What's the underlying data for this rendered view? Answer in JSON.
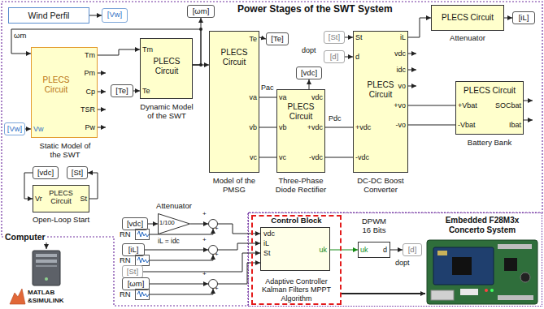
{
  "diagram": {
    "title": "Power Stages of the SWT System",
    "nodes": [
      {
        "text": [
          "Wind Perfil"
        ]
      },
      {
        "text": [
          "[Vw]"
        ]
      },
      {
        "text": [
          "[ωm]"
        ]
      },
      {
        "text": [
          "PLECS Circuit",
          "Tm",
          "Pm",
          "Cp",
          "TSR",
          "Pw",
          "Vw",
          "Static Model of the SWT"
        ]
      },
      {
        "text": [
          "[Vw]"
        ]
      },
      {
        "text": [
          "PLECS Circuit",
          "Tm",
          "Te",
          "Dynamic Model of the SWT"
        ]
      },
      {
        "text": [
          "[Te]"
        ]
      },
      {
        "text": [
          "PLECS Circuit",
          "Te",
          "va",
          "vb",
          "vc",
          "Model of the PMSG"
        ]
      },
      {
        "text": [
          "[Te]"
        ]
      },
      {
        "text": [
          "[vdc]"
        ]
      },
      {
        "text": [
          "PLECS Circuit",
          "va",
          "vb",
          "vc",
          "vdc",
          "+vdc",
          "-vdc",
          "Three-Phase Diode Rectifier"
        ]
      },
      {
        "text": [
          "[St]"
        ]
      },
      {
        "text": [
          "[d]"
        ]
      },
      {
        "text": [
          "PLECS Circuit",
          "St",
          "d",
          "+vdc",
          "-vdc",
          "iL",
          "vdc",
          "idc",
          "vo",
          "+vo",
          "-vo",
          "DC-DC Boost Converter"
        ]
      },
      {
        "text": [
          "PLECS Circuit",
          "Attenuator"
        ]
      },
      {
        "text": [
          "[iL]"
        ]
      },
      {
        "text": [
          "PLECS Circuit",
          "+Vbat",
          "-Vbat",
          "SOCbat",
          "Ibat",
          "Battery Bank"
        ]
      },
      {
        "text": [
          "[vdc]"
        ]
      },
      {
        "text": [
          "[St]"
        ]
      },
      {
        "text": [
          "PLECS Circuit",
          "Vr",
          "St",
          "Open-Loop Start"
        ]
      },
      {
        "text": [
          "[vdc]"
        ]
      },
      {
        "text": [
          "Attenuator",
          "1/100"
        ]
      },
      {
        "text": [
          "+",
          "+"
        ]
      },
      {
        "text": [
          "RN"
        ]
      },
      {
        "text": [
          "[iL]"
        ]
      },
      {
        "text": [
          "+",
          "+"
        ]
      },
      {
        "text": [
          "RN"
        ]
      },
      {
        "text": [
          "[St]"
        ]
      },
      {
        "text": [
          "[ωm]"
        ]
      },
      {
        "text": [
          "+",
          "+"
        ]
      },
      {
        "text": [
          "RN"
        ]
      },
      {
        "text": [
          "Embedded F28M3x Concerto System"
        ]
      },
      {
        "text": [
          "Control Block",
          "Adaptive Controller Kalman Filters MPPT Algorithm"
        ],
        "in": 31
      },
      {
        "text": [
          "vdc",
          "iL",
          "St",
          "uk"
        ],
        "in": 32
      },
      {
        "text": [
          "DPWM 16 Bits",
          "uk",
          "d"
        ],
        "in": 31
      },
      {
        "text": [
          "[d]"
        ],
        "in": 31
      }
    ],
    "edges": [
      {
        "from": 0,
        "to": 1,
        "arrow": "to"
      },
      {
        "from": 4,
        "to": 3,
        "arrow": "to"
      },
      {
        "from": 5,
        "to": 3,
        "label": "ωm",
        "arrow": "to"
      },
      {
        "from": 5,
        "to": 2,
        "arrow": "to"
      },
      {
        "from": 3,
        "to": 5,
        "arrow": "to"
      },
      {
        "from": 6,
        "to": 5,
        "arrow": "to"
      },
      {
        "from": 5,
        "to": 7,
        "arrow": "to"
      },
      {
        "from": 7,
        "to": 8,
        "arrow": "to"
      },
      {
        "from": 7,
        "to": 10,
        "arrow": "none"
      },
      {
        "from": 7,
        "to": 10,
        "arrow": "none"
      },
      {
        "from": 7,
        "to": 10,
        "arrow": "none"
      },
      {
        "from": 10,
        "to": 9,
        "arrow": "to"
      },
      {
        "from": 11,
        "to": 13,
        "arrow": "to"
      },
      {
        "from": 12,
        "to": 13,
        "arrow": "to"
      },
      {
        "from": 10,
        "to": 13,
        "arrow": "none"
      },
      {
        "from": 10,
        "to": 13,
        "arrow": "none"
      },
      {
        "from": 13,
        "to": 14,
        "arrow": "to"
      },
      {
        "from": 14,
        "to": 15,
        "arrow": "to"
      },
      {
        "from": 13,
        "to": 16,
        "arrow": "none"
      },
      {
        "from": 13,
        "to": 16,
        "arrow": "none"
      },
      {
        "from": 17,
        "to": 19,
        "arrow": "to"
      },
      {
        "from": 19,
        "to": 18,
        "arrow": "to"
      },
      {
        "from": 20,
        "to": 21,
        "arrow": "to"
      },
      {
        "from": 21,
        "to": 22,
        "arrow": "to"
      },
      {
        "from": 23,
        "to": 22,
        "arrow": "to"
      },
      {
        "from": 22,
        "to": 33,
        "arrow": "to"
      },
      {
        "from": 24,
        "to": 25,
        "arrow": "to"
      },
      {
        "from": 26,
        "to": 25,
        "arrow": "to"
      },
      {
        "from": 25,
        "to": 33,
        "arrow": "to"
      },
      {
        "from": 27,
        "to": 33,
        "arrow": "to"
      },
      {
        "from": 28,
        "to": 29,
        "arrow": "to"
      },
      {
        "from": 30,
        "to": 29,
        "arrow": "to"
      },
      {
        "from": 29,
        "to": 33,
        "arrow": "to"
      },
      {
        "from": 33,
        "to": 34,
        "arrow": "to"
      },
      {
        "from": 34,
        "to": 35,
        "arrow": "to"
      }
    ],
    "labels": [
      "Pac",
      "Pdc",
      "dopt",
      "iL = idc",
      "dopt",
      "Computer",
      "MATLAB",
      "&SIMULINK"
    ]
  }
}
